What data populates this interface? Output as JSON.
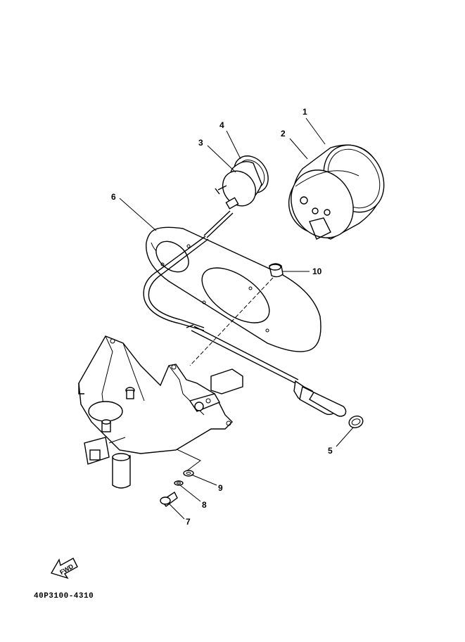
{
  "parts": [
    {
      "id": "1"
    },
    {
      "id": "2"
    },
    {
      "id": "3"
    },
    {
      "id": "4"
    },
    {
      "id": "5"
    },
    {
      "id": "6"
    },
    {
      "id": "7"
    },
    {
      "id": "8"
    },
    {
      "id": "9"
    },
    {
      "id": "10"
    }
  ],
  "fwd_label": "FWD",
  "diagram_code": "40P3100-4310"
}
